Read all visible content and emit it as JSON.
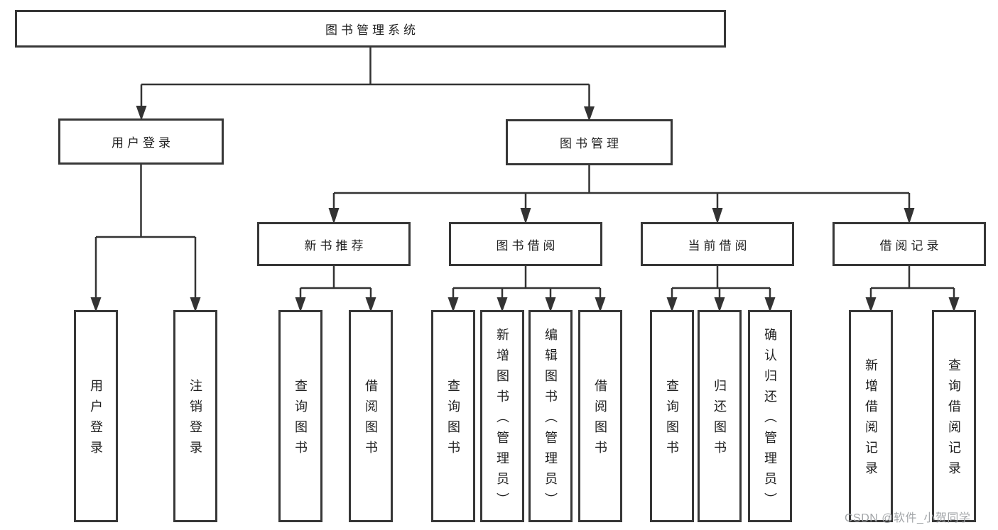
{
  "tree": {
    "root": {
      "label": "图书管理系统"
    },
    "branches": [
      {
        "label": "用户登录",
        "children": [
          {
            "label": "用户登录"
          },
          {
            "label": "注销登录"
          }
        ]
      },
      {
        "label": "图书管理",
        "children": [
          {
            "label": "新书推荐",
            "children": [
              {
                "label": "查询图书"
              },
              {
                "label": "借阅图书"
              }
            ]
          },
          {
            "label": "图书借阅",
            "children": [
              {
                "label": "查询图书"
              },
              {
                "label": "新增图书（管理员）"
              },
              {
                "label": "编辑图书（管理员）"
              },
              {
                "label": "借阅图书"
              }
            ]
          },
          {
            "label": "当前借阅",
            "children": [
              {
                "label": "查询图书"
              },
              {
                "label": "归还图书"
              },
              {
                "label": "确认归还（管理员）"
              }
            ]
          },
          {
            "label": "借阅记录",
            "children": [
              {
                "label": "新增借阅记录"
              },
              {
                "label": "查询借阅记录"
              }
            ]
          }
        ]
      }
    ]
  },
  "watermark": {
    "text": "CSDN @软件_小贺同学"
  },
  "colors": {
    "line": "#333333",
    "border": "#373737",
    "text": "#1f1f1f",
    "watermark": "#a2a5a8",
    "background": "#ffffff"
  }
}
